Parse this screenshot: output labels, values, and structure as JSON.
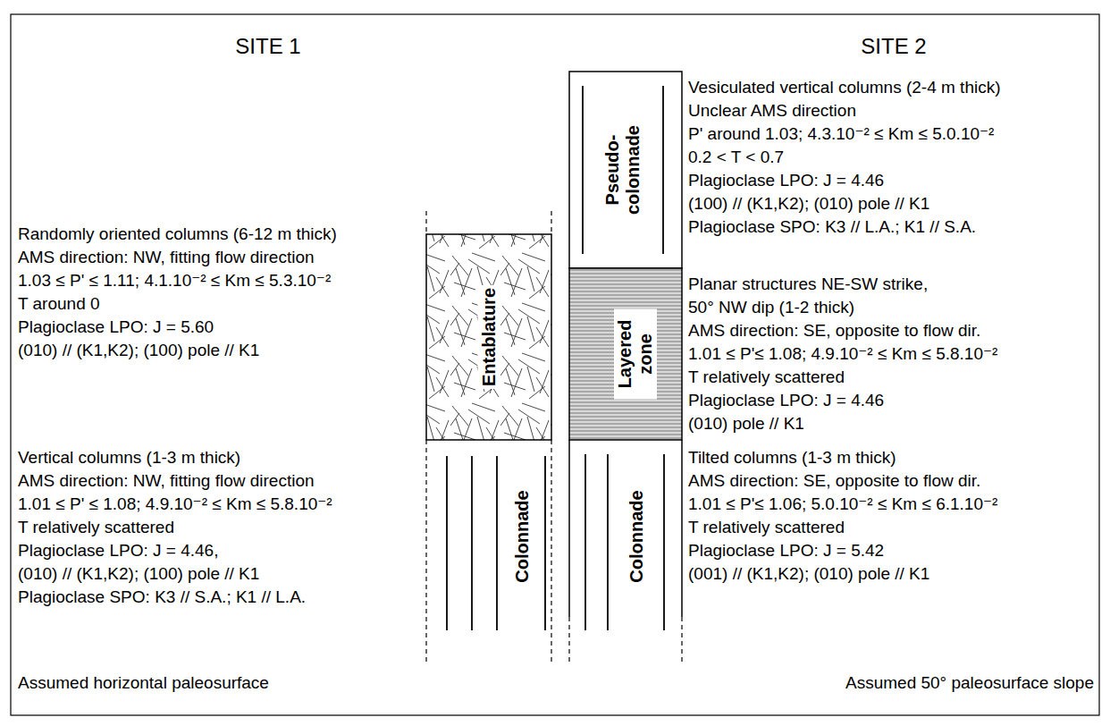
{
  "diagram": {
    "nodes": [
      {
        "text": [
          "Entablature"
        ]
      },
      {
        "text": [
          "Colonnade"
        ]
      },
      {
        "text": [
          "Pseudo- colonnade"
        ]
      },
      {
        "text": [
          "Layered zone"
        ]
      },
      {
        "text": [
          "Colonnade"
        ]
      }
    ],
    "labels": [
      "SITE 1",
      "SITE 2",
      "Randomly oriented columns (6-12 m thick)",
      "AMS direction: NW, fitting flow direction",
      "1.03 ≤ P' ≤ 1.11; 4.1.10⁻² ≤ Km ≤ 5.3.10⁻²",
      "T around 0",
      "Plagioclase LPO: J = 5.60",
      "(010) // (K1,K2); (100) pole // K1",
      "Vertical columns (1-3 m thick)",
      "AMS direction: NW, fitting flow direction",
      "1.01 ≤ P' ≤ 1.08; 4.9.10⁻² ≤ Km ≤ 5.8.10⁻²",
      "T relatively scattered",
      "Plagioclase LPO: J = 4.46,",
      "(010) // (K1,K2); (100) pole // K1",
      "Plagioclase SPO: K3 // S.A.; K1 // L.A.",
      "Vesiculated vertical columns (2-4 m thick)",
      "Unclear AMS direction",
      "P' around 1.03; 4.3.10⁻² ≤ Km ≤ 5.0.10⁻²",
      "0.2 < T < 0.7",
      "Plagioclase LPO: J = 4.46",
      "(100) // (K1,K2); (010) pole // K1",
      "Plagioclase SPO: K3 // L.A.; K1 // S.A.",
      "Planar structures NE-SW strike,",
      "50° NW dip (1-2 thick)",
      "AMS direction: SE, opposite to flow dir.",
      "1.01 ≤ P'≤ 1.08; 4.9.10⁻² ≤ Km ≤ 5.8.10⁻²",
      "T relatively scattered",
      "Plagioclase LPO: J = 4.46",
      "(010) pole // K1",
      "Tilted columns (1-3 m thick)",
      "AMS direction: SE, opposite to flow dir.",
      "1.01 ≤ P'≤ 1.06; 5.0.10⁻² ≤ Km ≤ 6.1.10⁻²",
      "T relatively scattered",
      "Plagioclase LPO: J = 5.42",
      "(001) // (K1,K2); (010) pole // K1",
      "Assumed horizontal paleosurface",
      "Assumed 50° paleosurface slope"
    ]
  }
}
